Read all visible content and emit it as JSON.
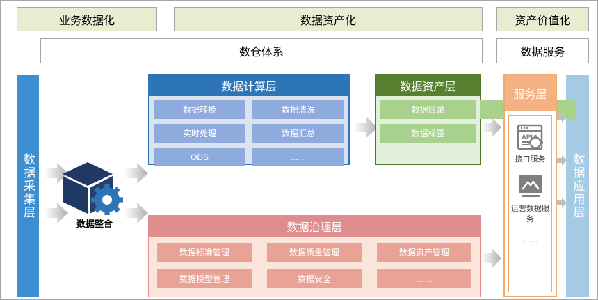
{
  "header": {
    "stage_boxes": [
      {
        "label": "业务数据化",
        "name": "stage-business-datafication"
      },
      {
        "label": "数据资产化",
        "name": "stage-data-assetization"
      },
      {
        "label": "资产价值化",
        "name": "stage-asset-valorization"
      }
    ],
    "system_boxes": [
      {
        "label": "数仓体系",
        "name": "system-data-warehouse"
      },
      {
        "label": "数据服务",
        "name": "system-data-service"
      }
    ]
  },
  "left_bar": {
    "label": "数据采集层"
  },
  "right_bar": {
    "label": "数据应用层"
  },
  "integration": {
    "label": "数据整合",
    "icon": "cube-gear-icon"
  },
  "compute_layer": {
    "title": "数据计算层",
    "cells": [
      "数据转换",
      "数据清洗",
      "实时处理",
      "数据汇总",
      "ODS",
      "……"
    ]
  },
  "asset_layer": {
    "title": "数据资产层",
    "cells": [
      "数据目录",
      "数据标签",
      "……"
    ]
  },
  "governance_layer": {
    "title": "数据治理层",
    "cells": [
      "数据标准管理",
      "数据质量管理",
      "数据资产管理",
      "数据模型管理",
      "数据安全",
      "……"
    ]
  },
  "service_layer": {
    "title": "服务层",
    "items": [
      {
        "label": "接口服务",
        "icon": "api-window-gear-icon"
      },
      {
        "label": "运营数据服务",
        "icon": "monitor-chart-icon"
      }
    ],
    "more": "……"
  },
  "colors": {
    "olive": "#e8edd2",
    "collect_blue": "#3d8ed0",
    "apply_blue": "#a5cae4",
    "compute_blue": "#2e75b6",
    "compute_cell": "#8faadc",
    "compute_bg": "#dce3f0",
    "asset_green": "#568030",
    "asset_cell": "#a9d18e",
    "asset_bg": "#e2efd9",
    "govern_red": "#df8c8c",
    "govern_cell": "#e8a396",
    "govern_bg": "#fbe4da",
    "service_orange": "#f4b183",
    "arrow_gray": "#bfbfbf",
    "cube_navy": "#1f3864",
    "gear_blue": "#2e75b6"
  }
}
